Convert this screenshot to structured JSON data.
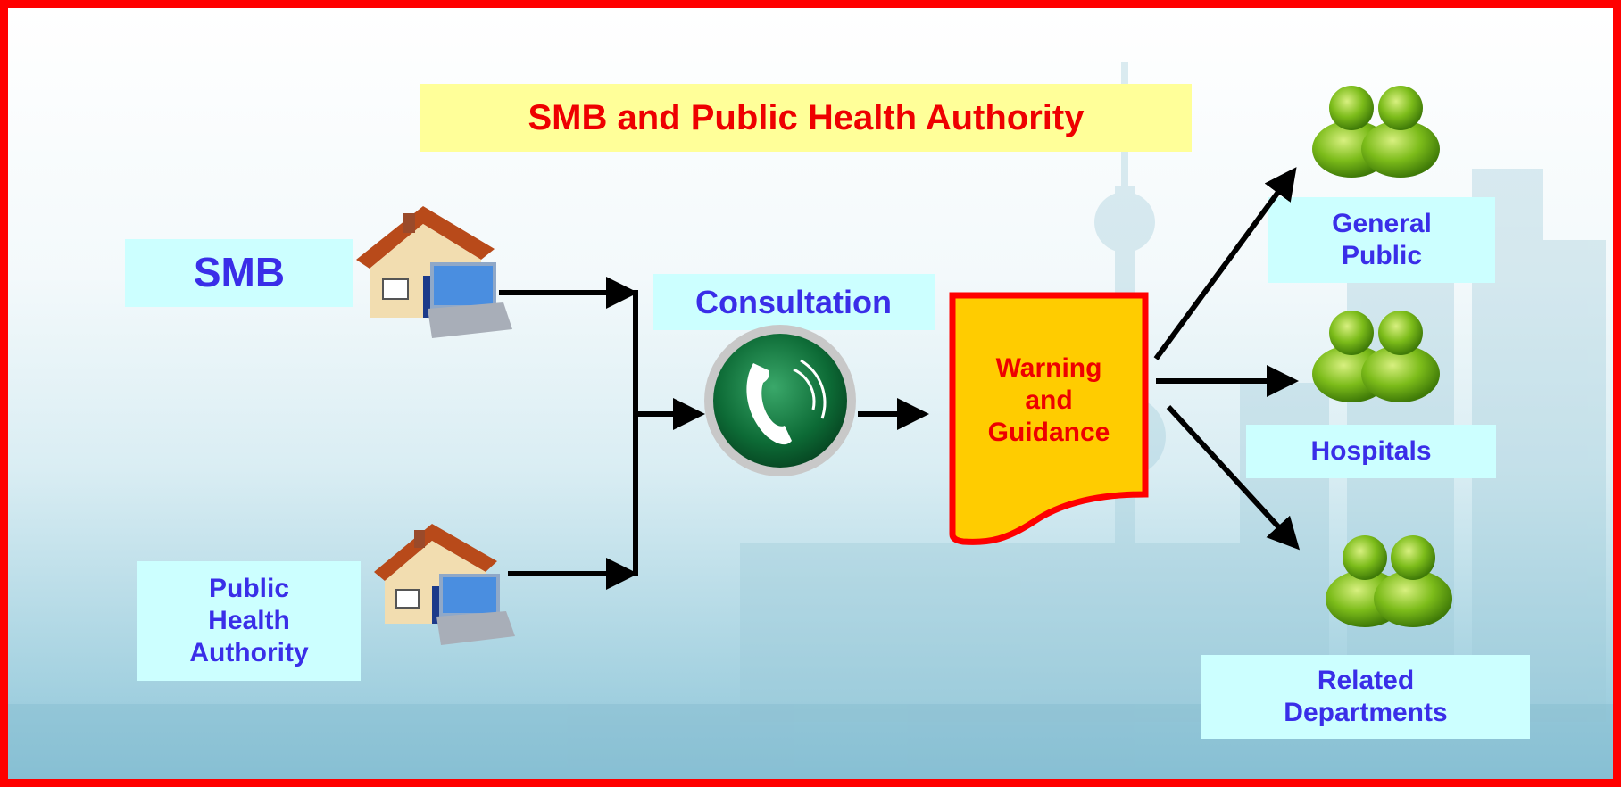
{
  "title": "SMB and Public Health Authority",
  "sources": {
    "smb": "SMB",
    "pha": "Public Health Authority",
    "pha_lines": [
      "Public",
      "Health",
      "Authority"
    ]
  },
  "consultation": "Consultation",
  "warning_lines": [
    "Warning",
    "and",
    "Guidance"
  ],
  "targets": {
    "general_public_lines": [
      "General",
      "Public"
    ],
    "hospitals": "Hospitals",
    "related_departments_lines": [
      "Related",
      "Departments"
    ]
  },
  "colors": {
    "border": "#ff0000",
    "label_text": "#3a2ee8",
    "label_bg": "#ccffff",
    "title_bg": "#ffff99",
    "title_text": "#ee0000",
    "warning_fill": "#ffcc00",
    "warning_stroke": "#ff0000",
    "warning_text": "#ee0000"
  },
  "icons": [
    "house-computer-icon",
    "phone-icon",
    "people-icon"
  ]
}
